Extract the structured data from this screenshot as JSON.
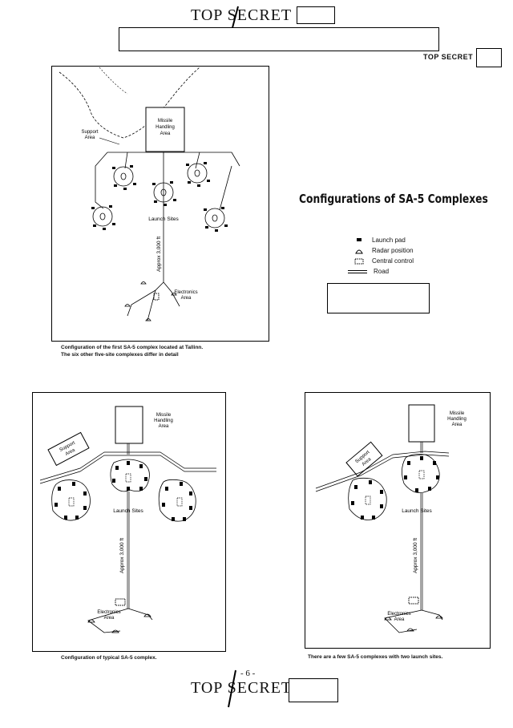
{
  "header": {
    "classification": "TOP SECRET",
    "classification_small": "TOP SECRET"
  },
  "title": "Configurations of SA-5 Complexes",
  "legend": {
    "items": [
      {
        "symbol": "launch-pad",
        "label": "Launch pad"
      },
      {
        "symbol": "radar-position",
        "label": "Radar position"
      },
      {
        "symbol": "central-control",
        "label": "Central control"
      },
      {
        "symbol": "road",
        "label": "Road"
      }
    ]
  },
  "diagrams": {
    "tallinn": {
      "labels": {
        "missile_handling": [
          "Missile",
          "Handling",
          "Area"
        ],
        "support": [
          "Support",
          "Area"
        ],
        "launch_sites": "Launch   Sites",
        "approx": "Approx  3,000 ft",
        "electronics": [
          "Electronics",
          "Area"
        ]
      },
      "caption": [
        "Configuration of the first SA-5 complex located at Tallinn.",
        "The six other five-site complexes differ in detail"
      ]
    },
    "typical": {
      "labels": {
        "missile_handling": [
          "Missile",
          "Handling",
          "Area"
        ],
        "support": [
          "Support",
          "Area"
        ],
        "launch_sites": "Launch   Sites",
        "approx": "Approx  3,000 ft",
        "electronics": [
          "Electronics",
          "Area"
        ]
      },
      "caption": "Configuration of typical SA-5 complex."
    },
    "two_site": {
      "labels": {
        "missile_handling": [
          "Missile",
          "Handling",
          "Area"
        ],
        "support": [
          "Support",
          "Area"
        ],
        "launch_sites": "Launch   Sites",
        "approx": "Approx  3,000 ft",
        "electronics": [
          "Electronics",
          "Area"
        ]
      },
      "caption": "There are a few SA-5 complexes with two launch sites."
    }
  },
  "footer": {
    "page_number": "- 6 -",
    "classification": "TOP SECRET"
  }
}
